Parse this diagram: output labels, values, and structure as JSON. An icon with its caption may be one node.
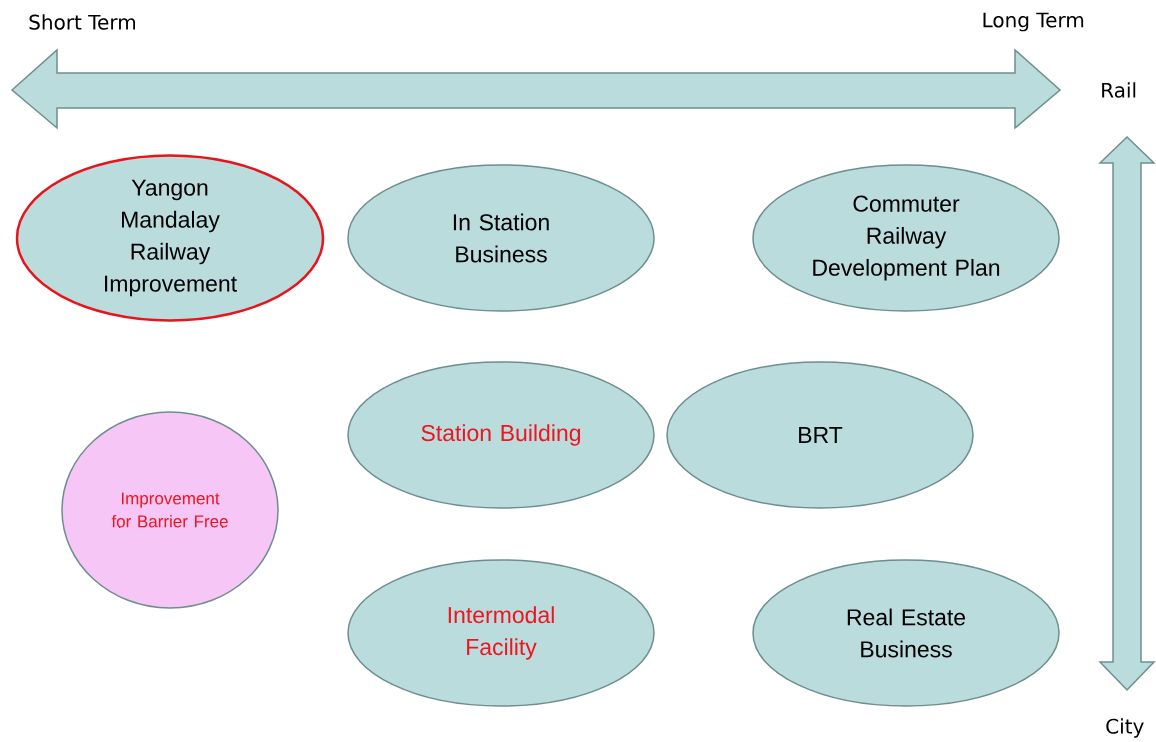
{
  "diagram": {
    "nodes": [
      {
        "text": [
          "Yangon Mandalay Railway Improvement"
        ]
      },
      {
        "text": [
          "In Station Business"
        ]
      },
      {
        "text": [
          "Commuter Railway Development Plan"
        ]
      },
      {
        "text": [
          "Station Building"
        ]
      },
      {
        "text": [
          "BRT"
        ]
      },
      {
        "text": [
          "Improvement for Barrier Free"
        ]
      },
      {
        "text": [
          "Intermodal Facility"
        ]
      },
      {
        "text": [
          "Real Estate Business"
        ]
      }
    ],
    "labels": [
      "Short Term",
      "Long Term",
      "Rail",
      "City"
    ]
  }
}
